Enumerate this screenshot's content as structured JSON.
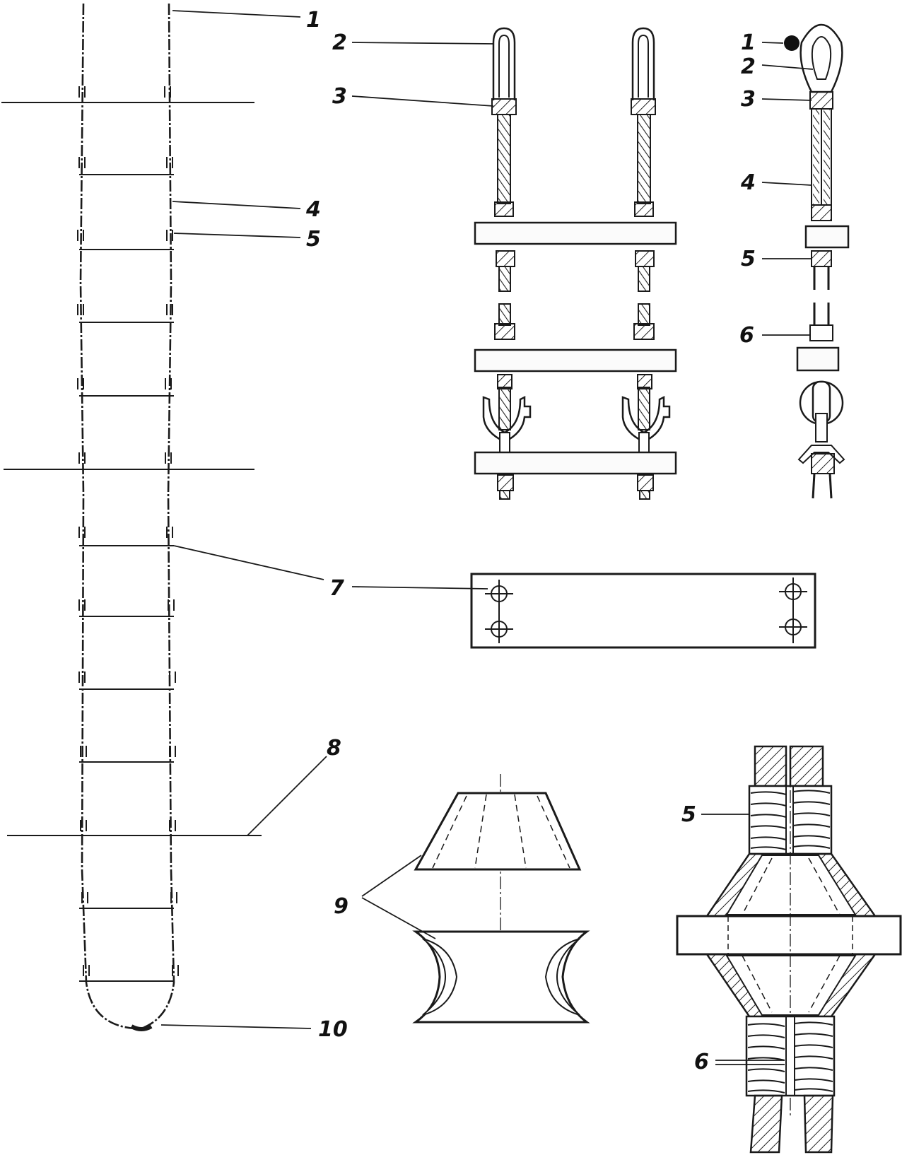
{
  "labels": {
    "ladder": {
      "l1": "1",
      "l4": "4",
      "l5": "5",
      "l7": "7",
      "l8": "8",
      "l10": "10"
    },
    "detail_a": {
      "l2": "2",
      "l3": "3"
    },
    "detail_b": {
      "l1": "1",
      "l2": "2",
      "l3": "3",
      "l4": "4",
      "l5": "5",
      "l6": "6"
    },
    "chocks": {
      "l9": "9"
    },
    "joint": {
      "l5": "5",
      "l6": "6"
    }
  }
}
